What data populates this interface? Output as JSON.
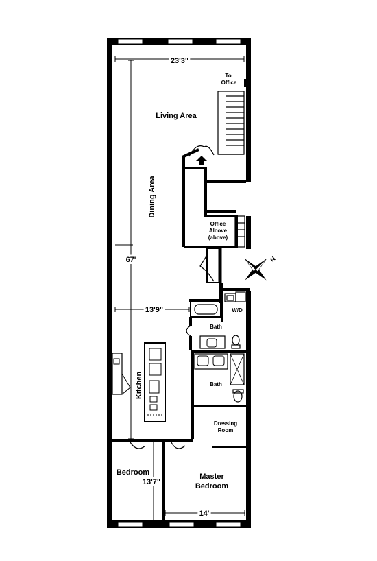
{
  "plan": {
    "dimensions": {
      "overall_width": "23'3\"",
      "overall_length": "67'",
      "mid_width": "13'9\"",
      "bedroom_width": "13'7\"",
      "master_width": "14'"
    },
    "rooms": {
      "to_office_line1": "To",
      "to_office_line2": "Office",
      "living_area": "Living Area",
      "dining_area": "Dining Area",
      "office_line1": "Office",
      "office_line2": "Alcove",
      "office_line3": "(above)",
      "wd": "W/D",
      "bath_upper": "Bath",
      "bath_lower": "Bath",
      "kitchen": "Kitchen",
      "dressing_line1": "Dressing",
      "dressing_line2": "Room",
      "bedroom": "Bedroom",
      "master_line1": "Master",
      "master_line2": "Bedroom"
    },
    "compass": {
      "north": "N"
    }
  }
}
